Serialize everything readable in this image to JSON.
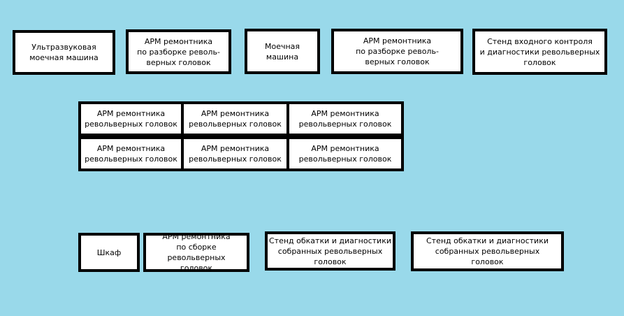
{
  "background_color": "#99d9ea",
  "boxes": {
    "ultrasonic_washer": "Ультразвуковая\nмоечная машина",
    "disassembly_station_1": "АРМ ремонтника\nпо разборке револь-\nверных головок",
    "washing_machine": "Моечная\nмашина",
    "disassembly_station_2": "АРМ ремонтника\nпо разборке револь-\nверных головок",
    "inspection_stand": "Стенд входного контроля\nи диагностики револьверных\nголовок",
    "repair_station_1": "АРМ ремонтника\nревольверных головок",
    "repair_station_2": "АРМ ремонтника\nревольверных головок",
    "repair_station_3": "АРМ ремонтника\nревольверных головок",
    "repair_station_4": "АРМ ремонтника\nревольверных головок",
    "repair_station_5": "АРМ ремонтника\nревольверных головок",
    "repair_station_6": "АРМ ремонтника\nревольверных головок",
    "cabinet": "Шкаф",
    "assembly_station": "АРМ ремонтника\nпо сборке револьверных\nголовок",
    "run_in_stand_1": "Стенд обкатки и диагностики\nсобранных револьверных\nголовок",
    "run_in_stand_2": "Стенд обкатки и диагностики\nсобранных револьверных\nголовок"
  }
}
